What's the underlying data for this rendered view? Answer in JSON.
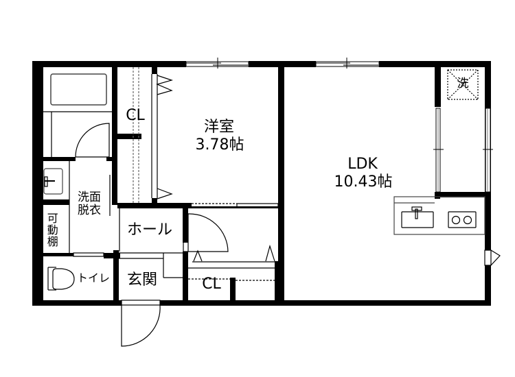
{
  "floor_plan": {
    "colors": {
      "wall": "#000000",
      "line": "#000000",
      "fixture": "#444444",
      "background": "#ffffff"
    },
    "rooms": {
      "western_room": {
        "name": "洋室",
        "area": "3.78帖"
      },
      "ldk": {
        "name": "LDK",
        "area": "10.43帖"
      },
      "closet_upper": {
        "name": "CL"
      },
      "closet_lower": {
        "name": "CL"
      },
      "washroom": {
        "line1": "洗面",
        "line2": "脱衣"
      },
      "movable_shelf": {
        "name": "可動棚"
      },
      "toilet": {
        "name": "トイレ"
      },
      "hall": {
        "name": "ホール"
      },
      "entrance": {
        "name": "玄関"
      },
      "washer_space": {
        "name": "洗"
      }
    },
    "fixtures": [
      "bathtub",
      "bathroom-door",
      "wash-basin",
      "toilet-bowl",
      "kitchen-sink",
      "two-burner-stove",
      "washing-machine-pan",
      "entrance-door",
      "hall-door",
      "windows"
    ]
  }
}
